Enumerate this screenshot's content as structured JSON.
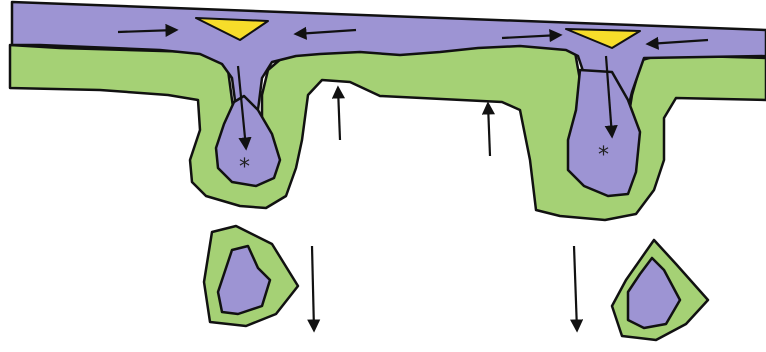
{
  "colors": {
    "background": "#ffffff",
    "outer_layer": "#a5d175",
    "inner_layer": "#9d94d3",
    "crest_marker": "#f7dd2a",
    "outline": "#111111"
  },
  "symbols": {
    "tip_marker_left": "*",
    "tip_marker_right": "*"
  },
  "arrows": {
    "surface_flow": [
      "right",
      "left",
      "right",
      "left"
    ],
    "downward_into_folds": [
      "down",
      "down"
    ],
    "upward_push": [
      "up",
      "up"
    ],
    "detached_fragments_falling": [
      "down",
      "down"
    ]
  }
}
